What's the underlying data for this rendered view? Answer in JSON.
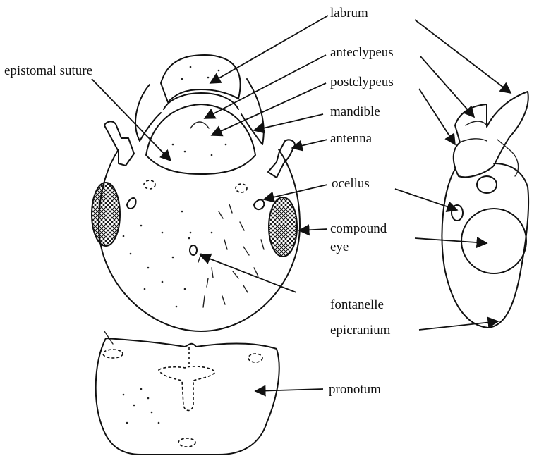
{
  "labels": {
    "labrum": "labrum",
    "epistomal_suture": "epistomal suture",
    "anteclypeus": "anteclypeus",
    "postclypeus": "postclypeus",
    "mandible": "mandible",
    "antenna": "antenna",
    "ocellus": "ocellus",
    "compound": "compound",
    "eye": "eye",
    "fontanelle": "fontanelle",
    "epicranium": "epicranium",
    "pronotum": "pronotum"
  },
  "colors": {
    "ink": "#111111",
    "background": "#ffffff"
  }
}
